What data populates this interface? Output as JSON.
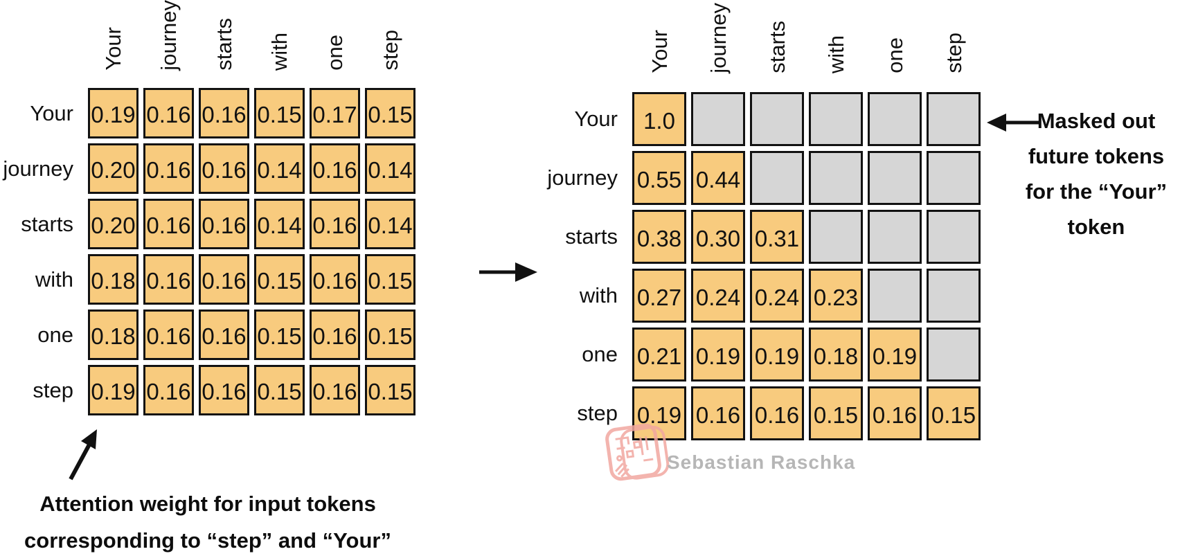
{
  "figure": {
    "tokens": [
      "Your",
      "journey",
      "starts",
      "with",
      "one",
      "step"
    ],
    "colors": {
      "cell_orange": "#F8CB7E",
      "cell_masked": "#D6D6D6",
      "cell_border": "#121212",
      "watermark_pink": "#F1A7A0",
      "watermark_text": "#B6B6B6"
    },
    "left_matrix": {
      "col_labels": [
        "Your",
        "journey",
        "starts",
        "with",
        "one",
        "step"
      ],
      "row_labels": [
        "Your",
        "journey",
        "starts",
        "with",
        "one",
        "step"
      ],
      "values": [
        [
          "0.19",
          "0.16",
          "0.16",
          "0.15",
          "0.17",
          "0.15"
        ],
        [
          "0.20",
          "0.16",
          "0.16",
          "0.14",
          "0.16",
          "0.14"
        ],
        [
          "0.20",
          "0.16",
          "0.16",
          "0.14",
          "0.16",
          "0.14"
        ],
        [
          "0.18",
          "0.16",
          "0.16",
          "0.15",
          "0.16",
          "0.15"
        ],
        [
          "0.18",
          "0.16",
          "0.16",
          "0.15",
          "0.16",
          "0.15"
        ],
        [
          "0.19",
          "0.16",
          "0.16",
          "0.15",
          "0.16",
          "0.15"
        ]
      ]
    },
    "right_matrix": {
      "col_labels": [
        "Your",
        "journey",
        "starts",
        "with",
        "one",
        "step"
      ],
      "row_labels": [
        "Your",
        "journey",
        "starts",
        "with",
        "one",
        "step"
      ],
      "values": [
        [
          "1.0",
          null,
          null,
          null,
          null,
          null
        ],
        [
          "0.55",
          "0.44",
          null,
          null,
          null,
          null
        ],
        [
          "0.38",
          "0.30",
          "0.31",
          null,
          null,
          null
        ],
        [
          "0.27",
          "0.24",
          "0.24",
          "0.23",
          null,
          null
        ],
        [
          "0.21",
          "0.19",
          "0.19",
          "0.18",
          "0.19",
          null
        ],
        [
          "0.19",
          "0.16",
          "0.16",
          "0.15",
          "0.16",
          "0.15"
        ]
      ]
    },
    "annotations": {
      "attention_note": {
        "lines": [
          "Attention weight for input tokens",
          "corresponding to “step” and “Your”"
        ]
      },
      "masked_note": {
        "lines": [
          "Masked out",
          "future tokens",
          "for the “Your”",
          "token"
        ]
      }
    },
    "watermark": {
      "author": "Sebastian Raschka"
    }
  }
}
